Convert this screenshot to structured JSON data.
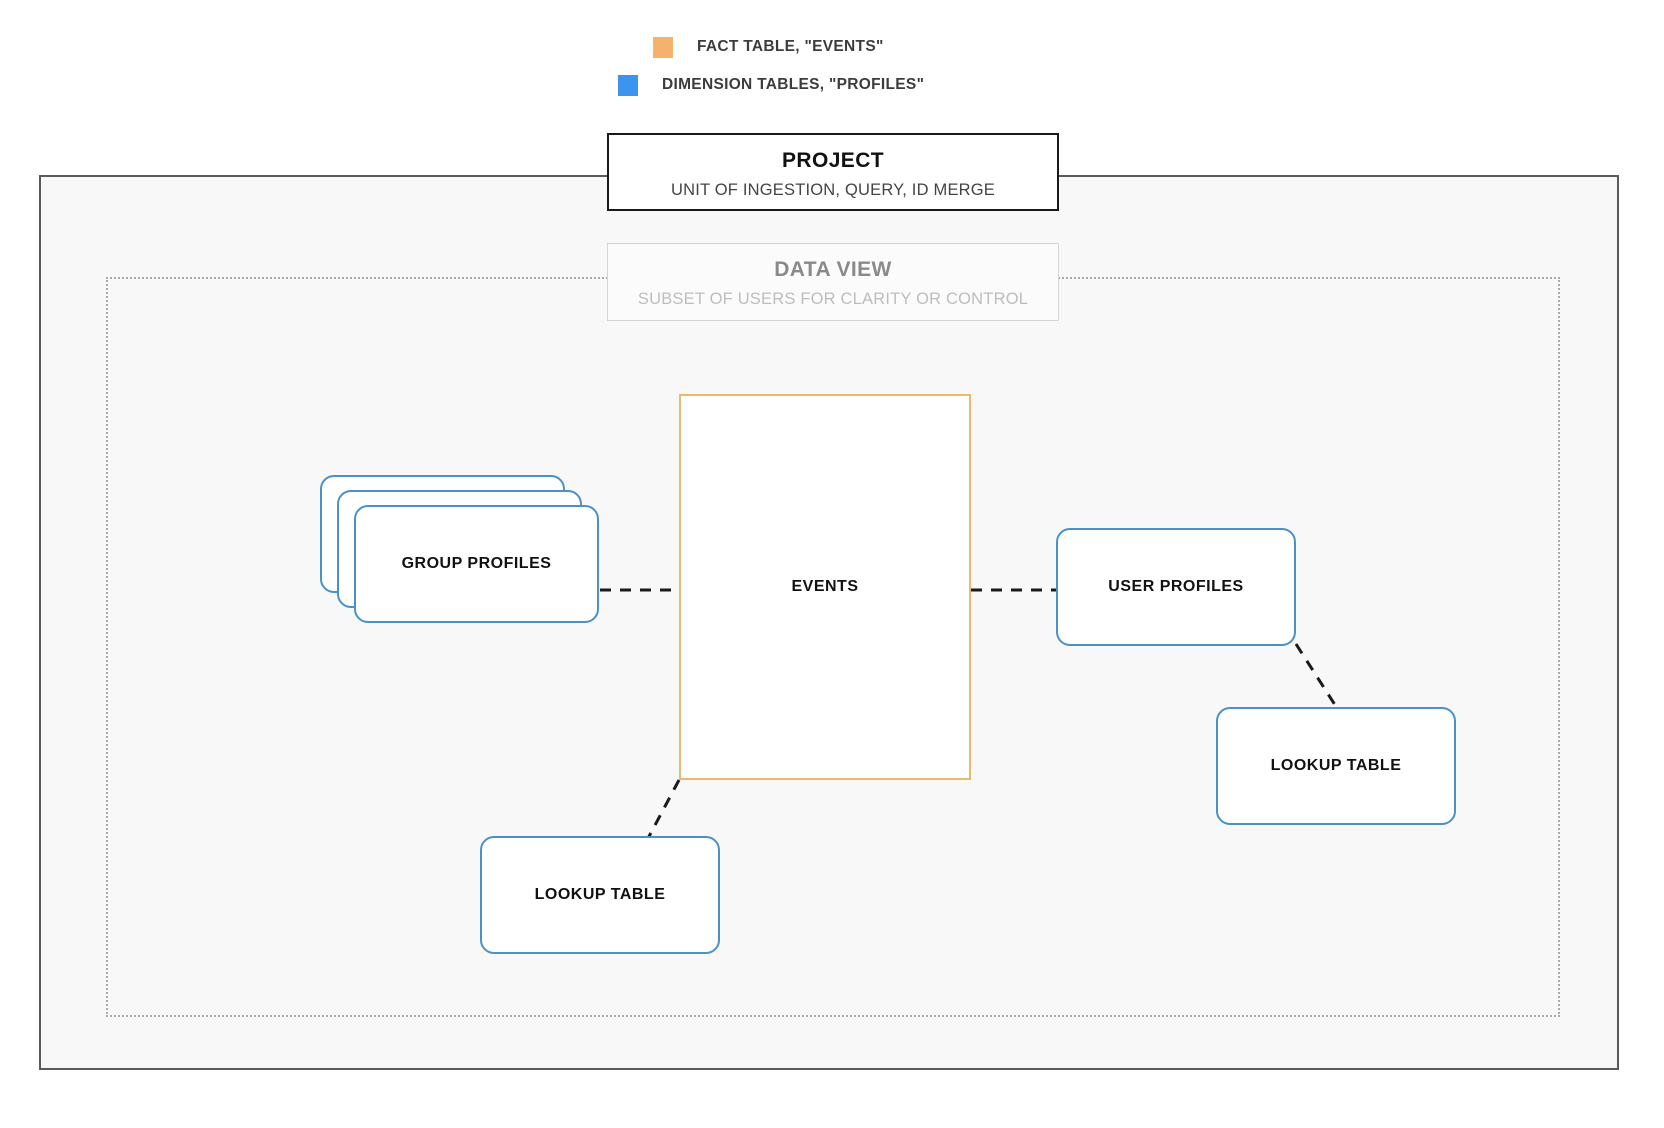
{
  "legend": {
    "items": [
      {
        "label": "FACT TABLE, \"EVENTS\"",
        "color": "#f5b26b",
        "swatch_name": "fact-table-swatch"
      },
      {
        "label": "DIMENSION TABLES, \"PROFILES\"",
        "color": "#3d93f0",
        "swatch_name": "dimension-tables-swatch"
      }
    ]
  },
  "containers": {
    "project": {
      "title": "PROJECT",
      "subtitle": "UNIT OF INGESTION, QUERY, ID MERGE",
      "border_color": "#1a1a1a",
      "fill_color": "#f8f8f8"
    },
    "data_view": {
      "title": "DATA VIEW",
      "subtitle": "SUBSET OF USERS FOR CLARITY OR CONTROL",
      "border_color": "#aaaaaa",
      "title_color": "#8a8a8a",
      "subtitle_color": "#bdbdbd"
    }
  },
  "nodes": {
    "events": {
      "label": "EVENTS",
      "border_color": "#e8b96e",
      "kind": "fact-table"
    },
    "group_profiles": {
      "label": "GROUP PROFILES",
      "border_color": "#4a91c9",
      "kind": "dimension-table-stack",
      "stack_count": 3
    },
    "user_profiles": {
      "label": "USER PROFILES",
      "border_color": "#4a91c9",
      "kind": "dimension-table"
    },
    "lookup_table_left": {
      "label": "LOOKUP TABLE",
      "border_color": "#4a91c9",
      "kind": "dimension-table"
    },
    "lookup_table_right": {
      "label": "LOOKUP TABLE",
      "border_color": "#4a91c9",
      "kind": "dimension-table"
    }
  },
  "connectors": {
    "style": "dashed",
    "color": "#1a1a1a",
    "edges": [
      {
        "from": "group_profiles",
        "to": "events"
      },
      {
        "from": "events",
        "to": "user_profiles"
      },
      {
        "from": "events",
        "to": "lookup_table_left"
      },
      {
        "from": "user_profiles",
        "to": "lookup_table_right"
      }
    ]
  }
}
